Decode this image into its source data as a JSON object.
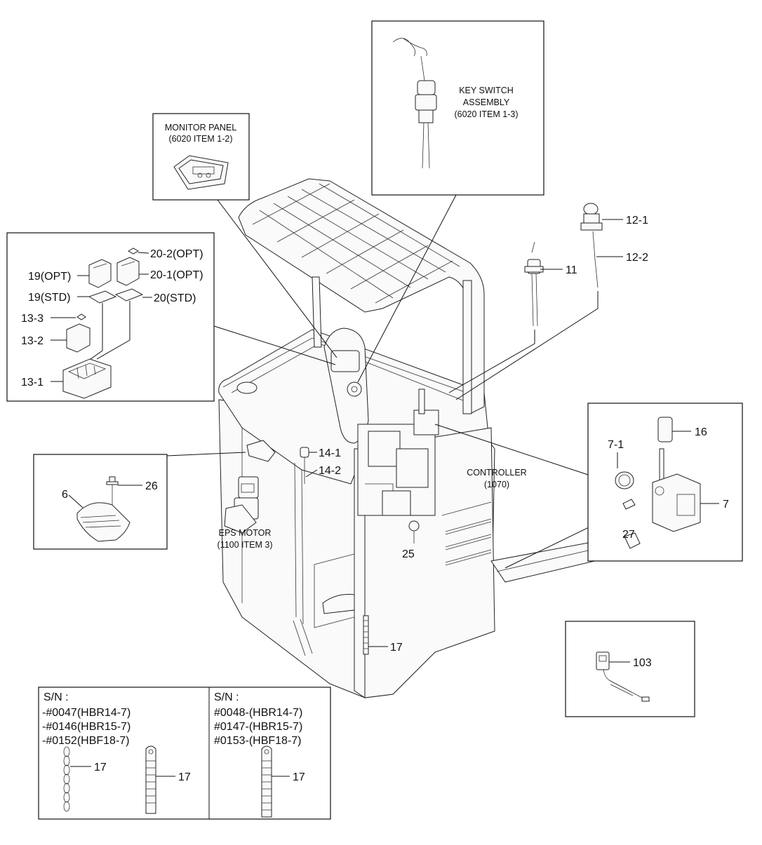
{
  "diagram": {
    "callouts": {
      "c20_2": "20-2(OPT)",
      "c19_opt": "19(OPT)",
      "c20_1": "20-1(OPT)",
      "c19_std": "19(STD)",
      "c20_std": "20(STD)",
      "c13_3": "13-3",
      "c13_2": "13-2",
      "c13_1": "13-1",
      "c12_1": "12-1",
      "c12_2": "12-2",
      "c11": "11",
      "c16": "16",
      "c7_1": "7-1",
      "c7": "7",
      "c27": "27",
      "c14_1": "14-1",
      "c14_2": "14-2",
      "c6": "6",
      "c26": "26",
      "c25": "25",
      "c17_main": "17",
      "c103": "103",
      "c17_a": "17",
      "c17_b": "17",
      "c17_c": "17"
    },
    "captions": {
      "monitor_line1": "MONITOR PANEL",
      "monitor_line2": "(6020 ITEM 1-2)",
      "key_line1": "KEY SWITCH",
      "key_line2": "ASSEMBLY",
      "key_line3": "(6020 ITEM 1-3)",
      "controller_line1": "CONTROLLER",
      "controller_line2": "(1070)",
      "eps_line1": "EPS MOTOR",
      "eps_line2": "(1100 ITEM 3)"
    },
    "serial_tables": [
      {
        "heading": "S/N :",
        "lines": [
          "-#0047(HBR14-7)",
          "-#0146(HBR15-7)",
          "-#0152(HBF18-7)"
        ]
      },
      {
        "heading": "S/N :",
        "lines": [
          "#0048-(HBR14-7)",
          "#0147-(HBR15-7)",
          "#0153-(HBF18-7)"
        ]
      }
    ]
  }
}
